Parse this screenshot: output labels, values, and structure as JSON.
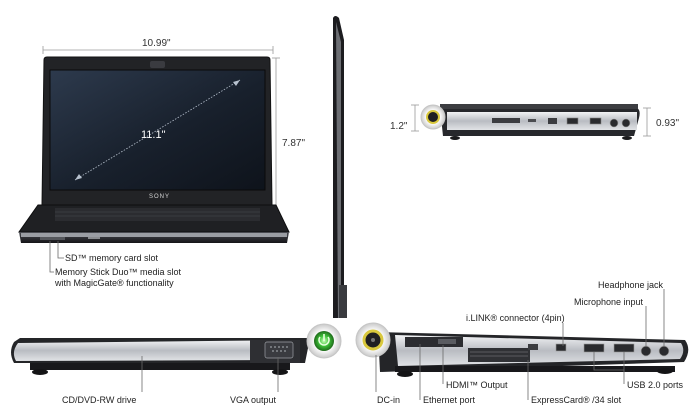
{
  "dimensions": {
    "width": "10.99\"",
    "depth": "7.87\"",
    "screen": "11.1\"",
    "height_back": "1.2\"",
    "height_front": "0.93\""
  },
  "brand": "SONY",
  "ports": {
    "sd_slot": "SD™ memory card slot",
    "memory_stick_line1": "Memory Stick Duo™ media slot",
    "memory_stick_line2": "with MagicGate® functionality",
    "dvd_drive": "CD/DVD-RW drive",
    "vga": "VGA output",
    "dc_in": "DC-in",
    "ethernet": "Ethernet port",
    "hdmi": "HDMI™ Output",
    "expresscard": "ExpressCard® /34 slot",
    "ilink": "i.LINK® connector (4pin)",
    "usb": "USB 2.0 ports",
    "microphone": "Microphone input",
    "headphone": "Headphone jack"
  },
  "colors": {
    "body": "#2a2a2e",
    "silver": "#c9ccd1",
    "power_glow": "#3fc53a",
    "dc_ring": "#e2d24a",
    "screen_dark": "#1c2330"
  }
}
